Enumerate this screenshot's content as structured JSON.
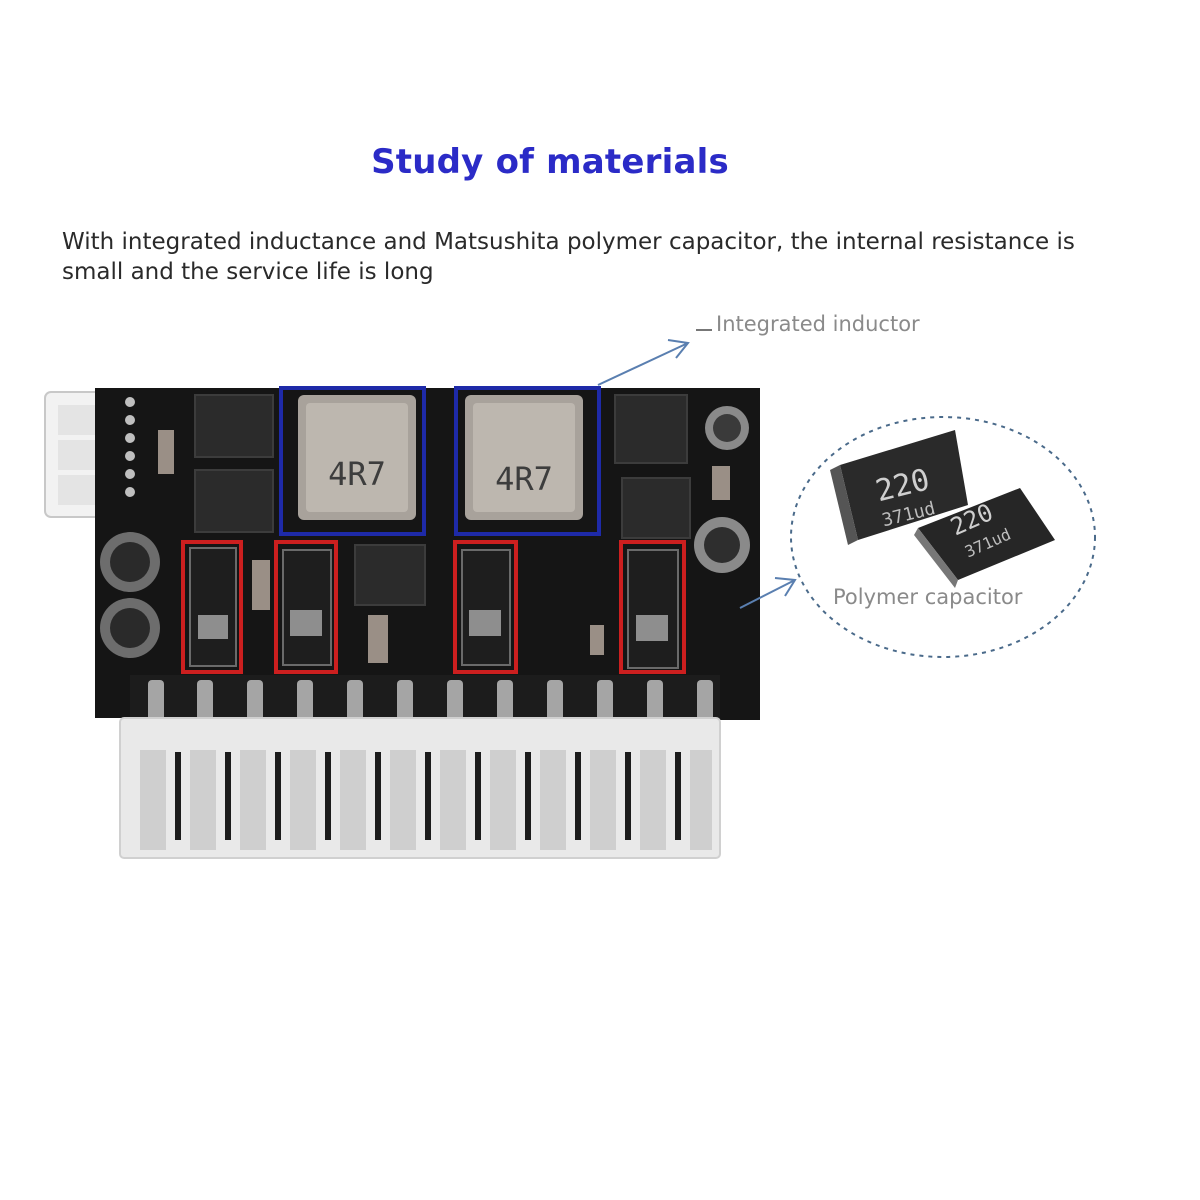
{
  "heading": "Study of materials",
  "description": "With integrated inductance and Matsushita polymer capacitor, the internal resistance is small and the service life is long",
  "callouts": {
    "inductor_label": "Integrated inductor",
    "capacitor_label": "Polymer capacitor"
  },
  "component_markings": {
    "inductor_code": "4R7",
    "capacitor_value": "220",
    "capacitor_lot": "371ud"
  },
  "colors": {
    "heading": "#2b2bc7",
    "inductor_highlight": "#1e2aa8",
    "capacitor_highlight": "#cc1f1f",
    "pcb": "#141414",
    "connector": "#e6e6e6"
  }
}
